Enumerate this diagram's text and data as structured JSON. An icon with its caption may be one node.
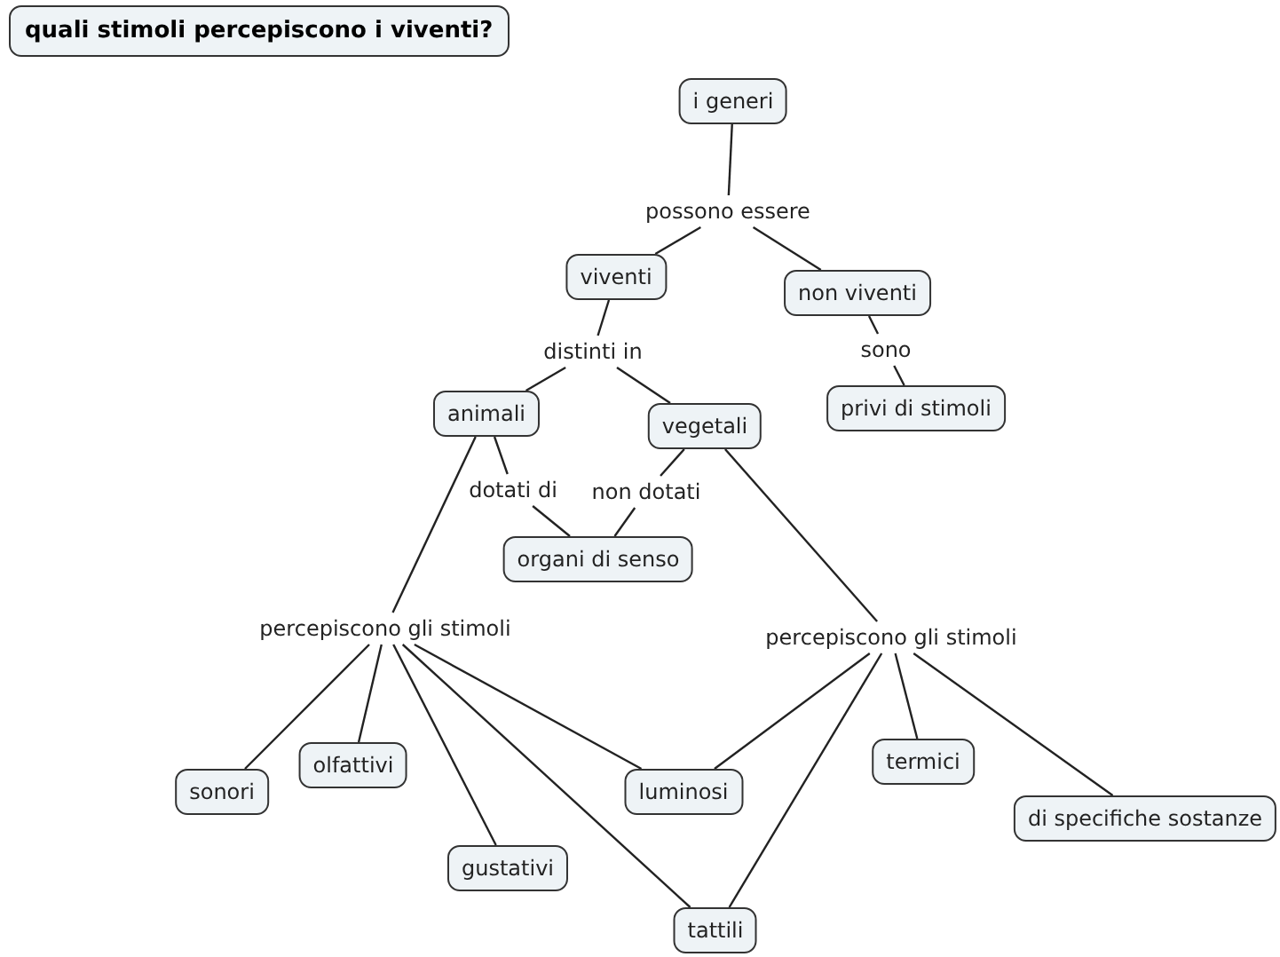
{
  "diagram": {
    "title": "quali stimoli percepiscono i viventi?",
    "nodes": [
      {
        "text": [
          "i generi"
        ]
      },
      {
        "text": [
          "possono essere"
        ]
      },
      {
        "text": [
          "viventi"
        ]
      },
      {
        "text": [
          "non viventi"
        ]
      },
      {
        "text": [
          "distinti in"
        ]
      },
      {
        "text": [
          "sono"
        ]
      },
      {
        "text": [
          "animali"
        ]
      },
      {
        "text": [
          "vegetali"
        ]
      },
      {
        "text": [
          "privi di stimoli"
        ]
      },
      {
        "text": [
          "dotati di"
        ]
      },
      {
        "text": [
          "non dotati"
        ]
      },
      {
        "text": [
          "organi di senso"
        ]
      },
      {
        "text": [
          "percepiscono gli stimoli"
        ]
      },
      {
        "text": [
          "percepiscono gli stimoli"
        ]
      },
      {
        "text": [
          "sonori"
        ]
      },
      {
        "text": [
          "olfattivi"
        ]
      },
      {
        "text": [
          "luminosi"
        ]
      },
      {
        "text": [
          "termici"
        ]
      },
      {
        "text": [
          "di specifiche sostanze"
        ]
      },
      {
        "text": [
          "gustativi"
        ]
      },
      {
        "text": [
          "tattili"
        ]
      }
    ],
    "edges": [
      {
        "from": 0,
        "to": 1,
        "arrow": "none"
      },
      {
        "from": 1,
        "to": 2,
        "arrow": "none"
      },
      {
        "from": 1,
        "to": 3,
        "arrow": "none"
      },
      {
        "from": 2,
        "to": 4,
        "arrow": "none"
      },
      {
        "from": 4,
        "to": 6,
        "arrow": "none"
      },
      {
        "from": 4,
        "to": 7,
        "arrow": "none"
      },
      {
        "from": 3,
        "to": 5,
        "arrow": "none"
      },
      {
        "from": 5,
        "to": 8,
        "arrow": "none"
      },
      {
        "from": 6,
        "to": 9,
        "arrow": "none"
      },
      {
        "from": 9,
        "to": 11,
        "arrow": "none"
      },
      {
        "from": 7,
        "to": 10,
        "arrow": "none"
      },
      {
        "from": 10,
        "to": 11,
        "arrow": "none"
      },
      {
        "from": 6,
        "to": 12,
        "arrow": "none"
      },
      {
        "from": 7,
        "to": 13,
        "arrow": "none"
      },
      {
        "from": 12,
        "to": 14,
        "arrow": "none"
      },
      {
        "from": 12,
        "to": 15,
        "arrow": "none"
      },
      {
        "from": 12,
        "to": 19,
        "arrow": "none"
      },
      {
        "from": 12,
        "to": 16,
        "arrow": "none"
      },
      {
        "from": 12,
        "to": 20,
        "arrow": "none"
      },
      {
        "from": 13,
        "to": 16,
        "arrow": "none"
      },
      {
        "from": 13,
        "to": 17,
        "arrow": "none"
      },
      {
        "from": 13,
        "to": 18,
        "arrow": "none"
      },
      {
        "from": 13,
        "to": 20,
        "arrow": "none"
      }
    ]
  }
}
